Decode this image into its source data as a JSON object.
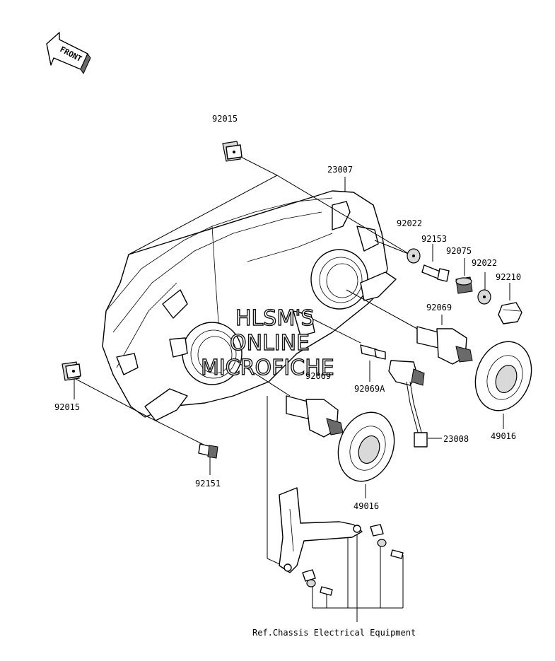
{
  "front_label": "FRONT",
  "labels": {
    "p92015_top": "92015",
    "p23007": "23007",
    "p92022_a": "92022",
    "p92153": "92153",
    "p92075": "92075",
    "p92022_b": "92022",
    "p92210": "92210",
    "p92069_right": "92069",
    "p92069_left": "92069",
    "p92069A": "92069A",
    "p92015_left": "92015",
    "p23008": "23008",
    "p49016_right": "49016",
    "p49016_bottom": "49016",
    "p92151": "92151",
    "ref_chassis": "Ref.Chassis Electrical Equipment"
  },
  "watermark": {
    "line1": "HLSM'S",
    "line2": "ONLINE",
    "line3": "MICROFICHE"
  }
}
